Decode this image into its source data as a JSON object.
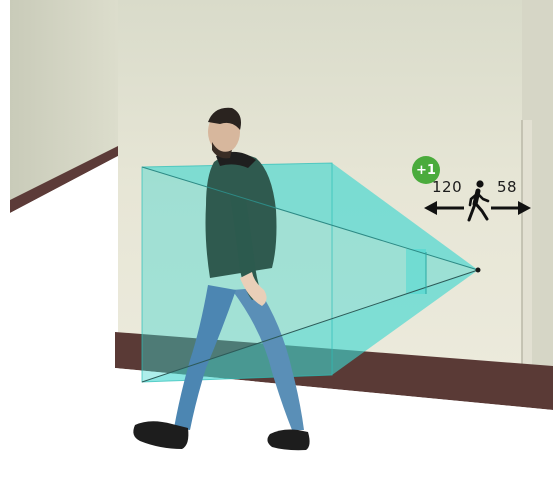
{
  "counter": {
    "badge_text": "+1",
    "left_count": "120",
    "right_count": "58",
    "badge_color": "#4aab3c"
  },
  "icons": {
    "pedestrian": "walking-person-icon",
    "left": "arrow-left-icon",
    "right": "arrow-right-icon",
    "sensor": "sensor-dot-icon"
  },
  "colors": {
    "wall": "#e6e5d7",
    "baseboard": "#5a3a36",
    "detection_zone": "#3fd6d0",
    "ceiling_shadow": "#c4c6b6"
  }
}
